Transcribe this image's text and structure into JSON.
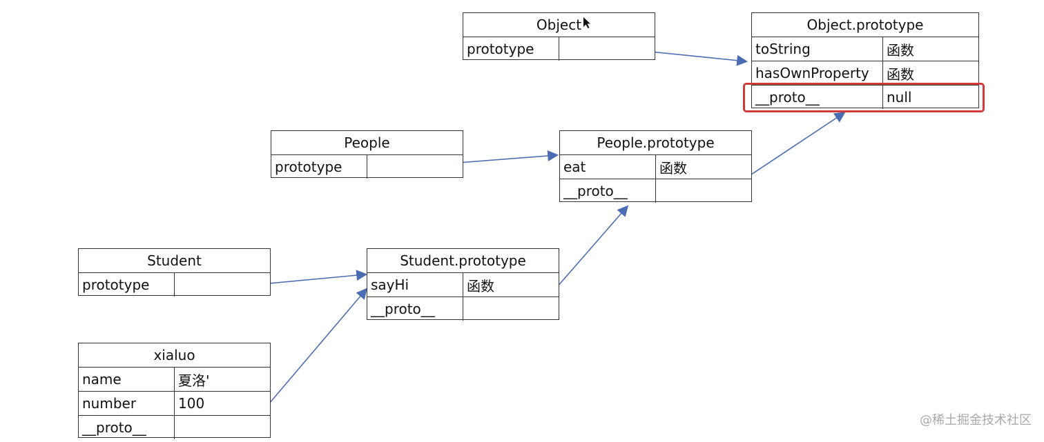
{
  "boxes": {
    "object": {
      "title": "Object",
      "rows": [
        {
          "key": "prototype",
          "value": ""
        }
      ]
    },
    "object_prototype": {
      "title": "Object.prototype",
      "rows": [
        {
          "key": "toString",
          "value": "函数"
        },
        {
          "key": "hasOwnProperty",
          "value": "函数"
        },
        {
          "key": "__proto__",
          "value": "null"
        }
      ]
    },
    "people": {
      "title": "People",
      "rows": [
        {
          "key": "prototype",
          "value": ""
        }
      ]
    },
    "people_prototype": {
      "title": "People.prototype",
      "rows": [
        {
          "key": "eat",
          "value": "函数"
        },
        {
          "key": "__proto__",
          "value": ""
        }
      ]
    },
    "student": {
      "title": "Student",
      "rows": [
        {
          "key": "prototype",
          "value": ""
        }
      ]
    },
    "student_prototype": {
      "title": "Student.prototype",
      "rows": [
        {
          "key": "sayHi",
          "value": "函数"
        },
        {
          "key": "__proto__",
          "value": ""
        }
      ]
    },
    "xialuo": {
      "title": "xialuo",
      "rows": [
        {
          "key": "name",
          "value": "夏洛'"
        },
        {
          "key": "number",
          "value": "100"
        },
        {
          "key": "__proto__",
          "value": ""
        }
      ]
    }
  },
  "colors": {
    "arrow": "#4a6cb3",
    "highlight": "#d23a3a"
  },
  "watermark": "@稀土掘金技术社区"
}
